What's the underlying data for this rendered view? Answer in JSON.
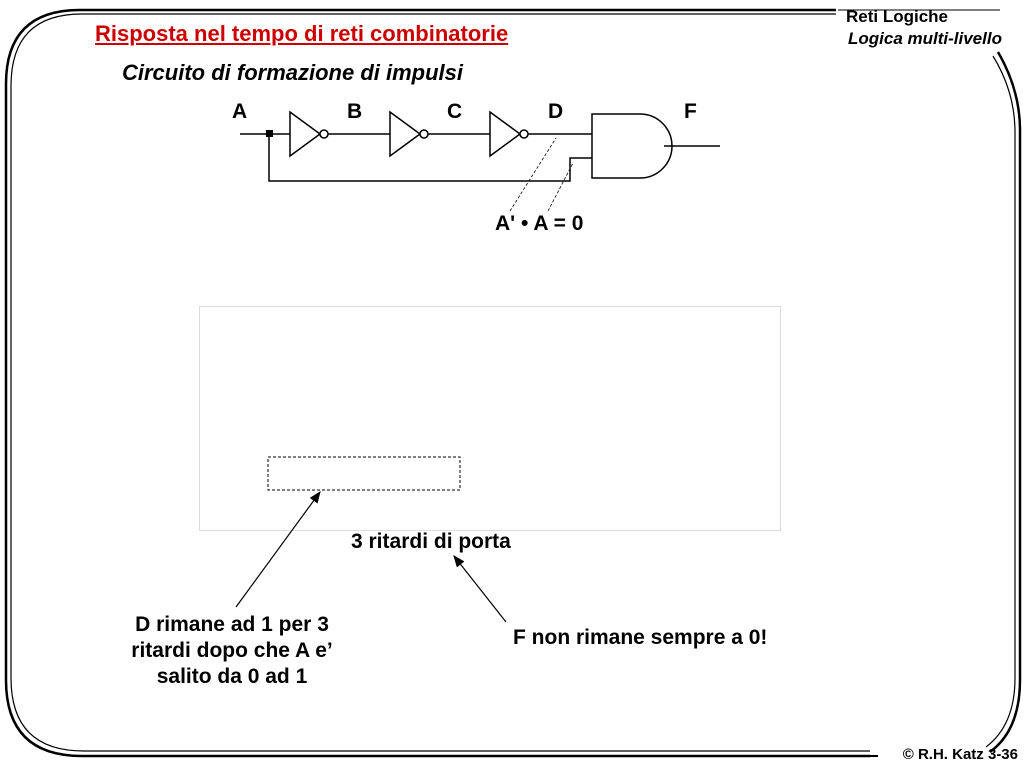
{
  "slide": {
    "title": "Risposta nel tempo di reti combinatorie",
    "subtitle": "Circuito di formazione di impulsi",
    "header_line1": "Reti Logiche",
    "header_line2": "Logica multi-livello",
    "footer": "© R.H. Katz 3-36"
  },
  "circuit": {
    "nodes": [
      "A",
      "B",
      "C",
      "D",
      "F"
    ],
    "equation": "A' • A = 0"
  },
  "annotations": {
    "gate_delays": "3 ritardi di porta",
    "d_note": "D rimane ad 1 per 3 ritardi dopo che A e’ salito da 0 ad 1",
    "f_note": "F non rimane sempre a 0!"
  },
  "colors": {
    "title": "#cc0000",
    "ink": "#000000"
  }
}
